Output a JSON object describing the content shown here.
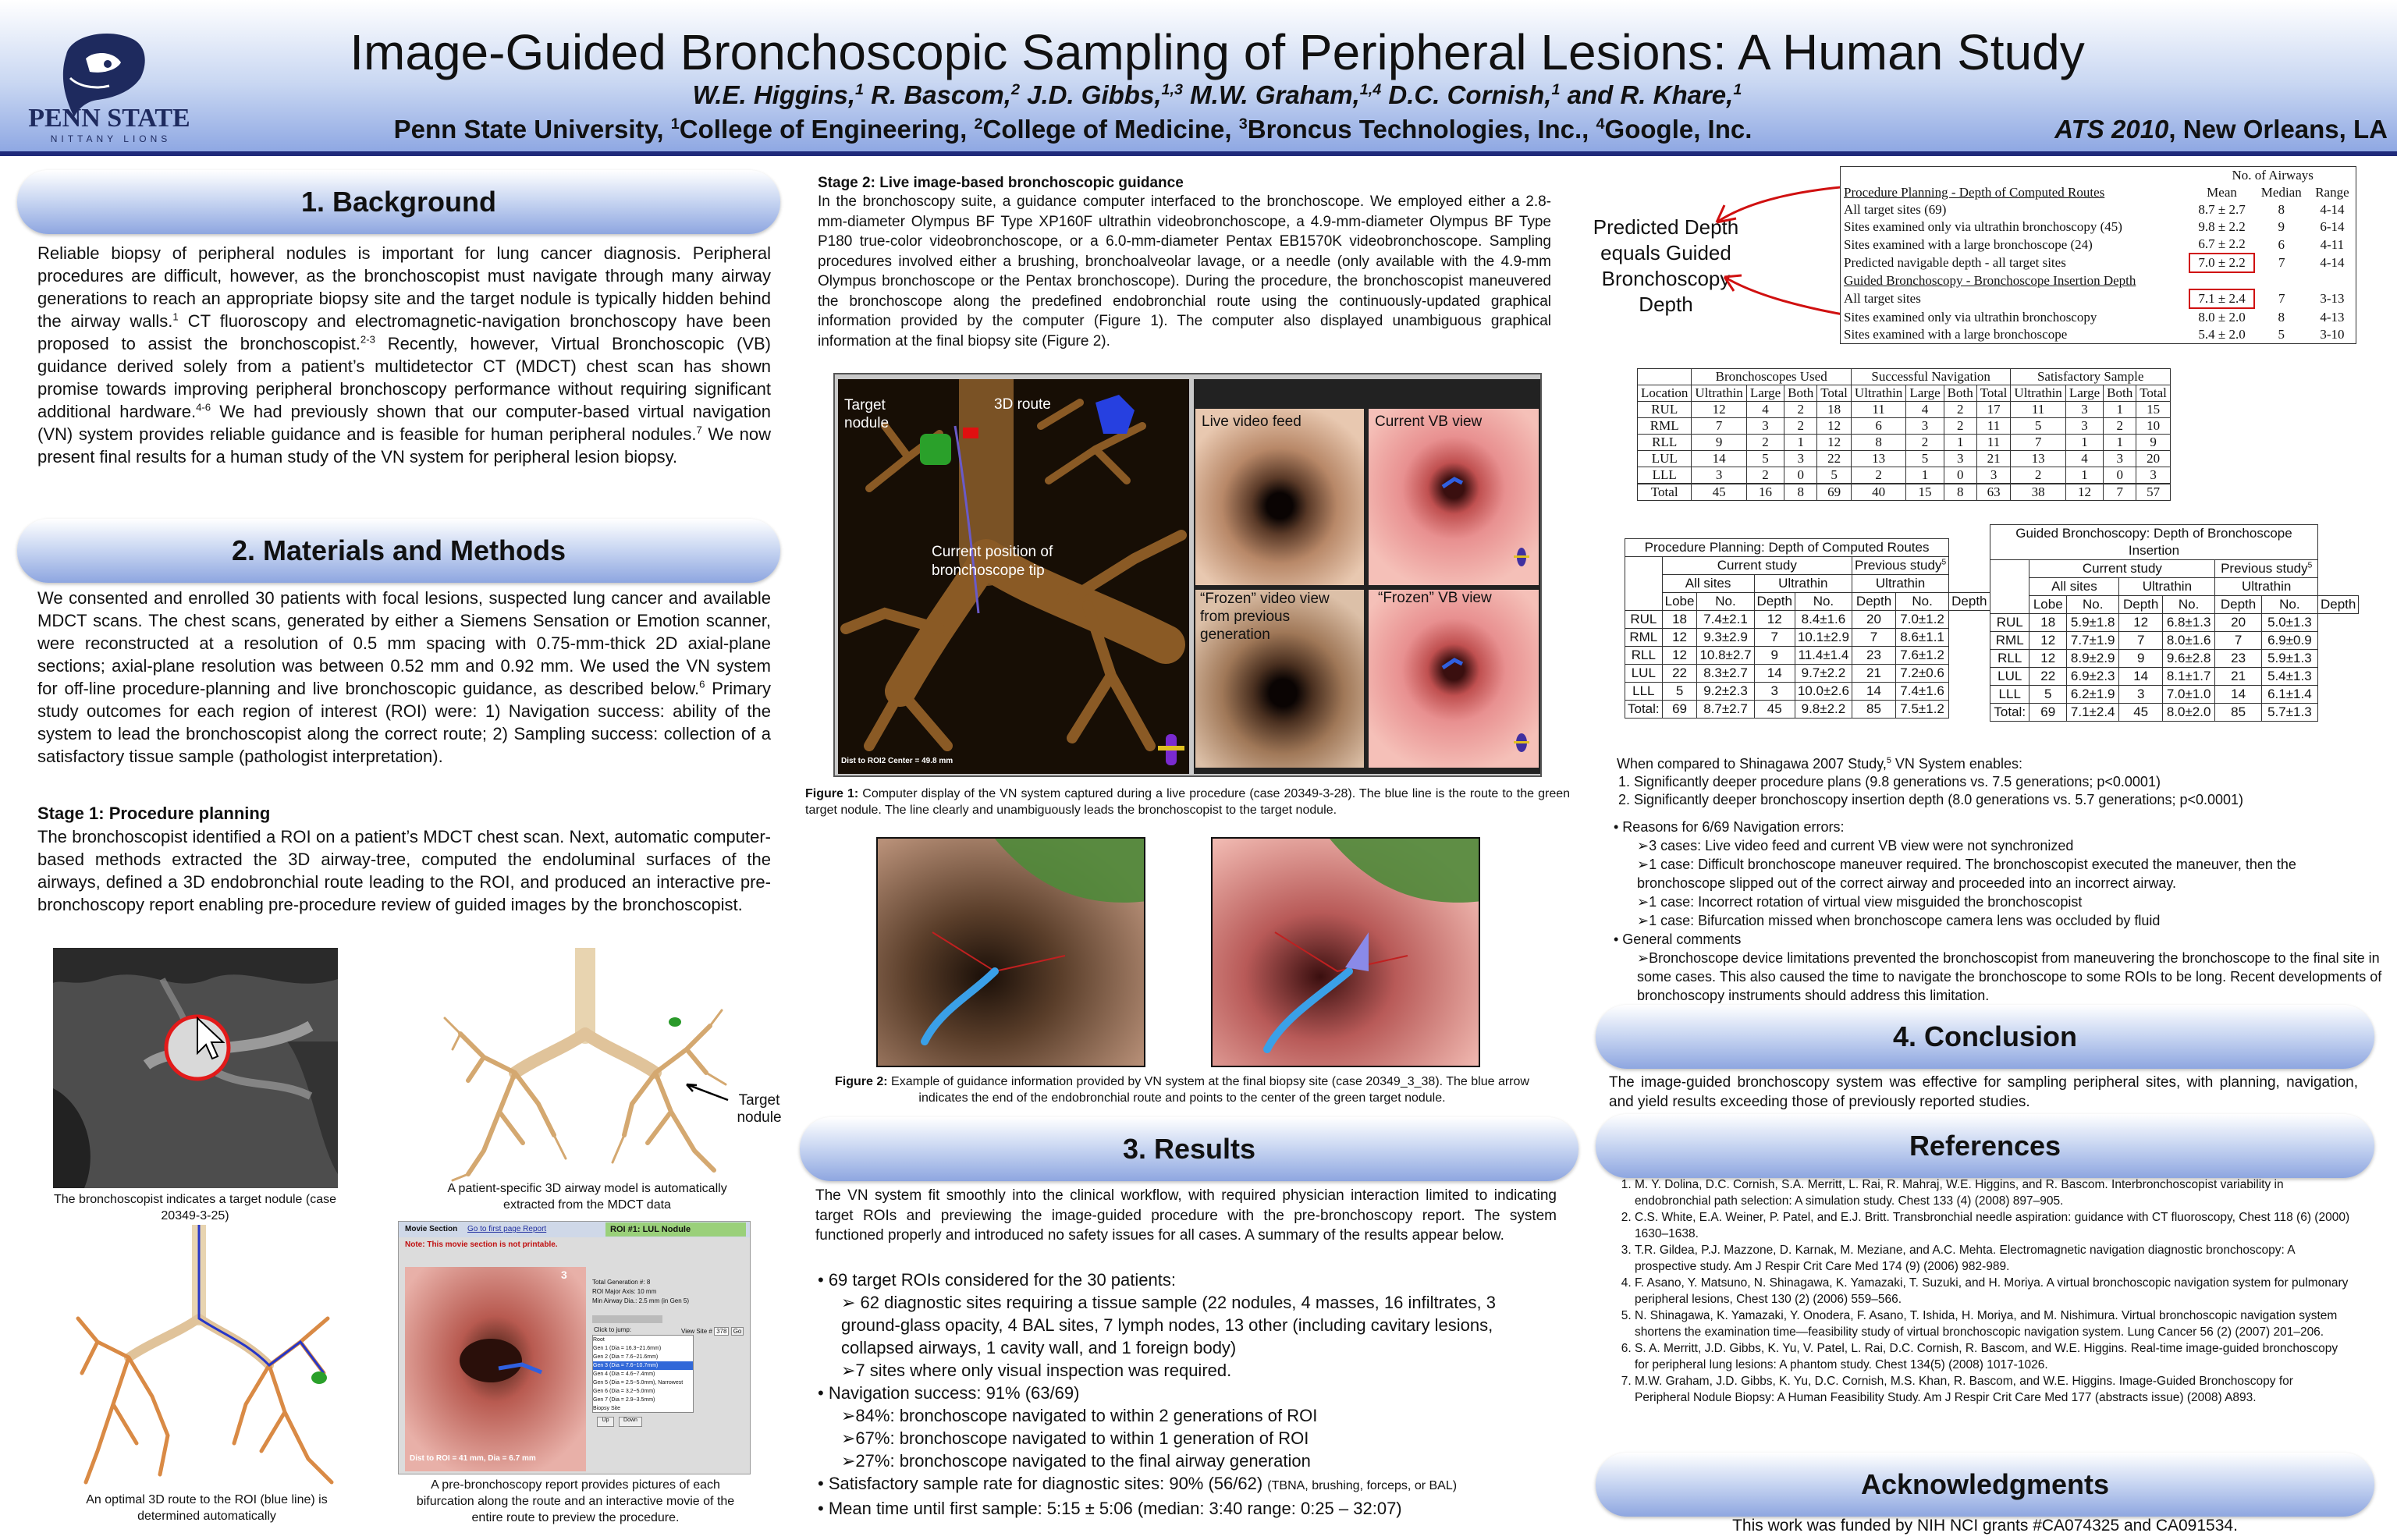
{
  "header": {
    "logo_text": "PENN STATE",
    "logo_sub": "NITTANY LIONS",
    "title": "Image-Guided Bronchoscopic Sampling of Peripheral Lesions: A Human Study",
    "authors_html": "W.E. Higgins,<sup>1</sup> R. Bascom,<sup>2</sup> J.D. Gibbs,<sup>1,3</sup> M.W. Graham,<sup>1,4</sup> D.C. Cornish,<sup>1</sup> and R. Khare,<sup>1</sup>",
    "affil_html": "Penn State University, <sup>1</sup>College of Engineering, <sup>2</sup>College of Medicine, <sup>3</sup>Broncus Technologies, Inc., <sup>4</sup>Google, Inc.",
    "conf_a": "ATS 2010",
    "conf_b": ", New Orleans, LA"
  },
  "sections": {
    "background": "1.  Background",
    "methods": "2. Materials and Methods",
    "results": "3. Results",
    "conclusion": "4. Conclusion",
    "references": "References",
    "ack": "Acknowledgments"
  },
  "background_html": "Reliable biopsy of peripheral nodules is important for lung cancer diagnosis. Peripheral procedures are difficult, however, as the bronchoscopist must navigate through many airway generations to reach an appropriate biopsy site and the target nodule is typically hidden behind the airway walls.<sup>1</sup> CT fluoroscopy and electromagnetic-navigation bronchoscopy have been proposed to assist the bronchoscopist.<sup>2-3</sup> Recently, however, Virtual Bronchoscopic (VB) guidance derived solely from a patient’s multidetector CT (MDCT) chest scan has shown promise towards improving peripheral bronchoscopy performance without requiring significant additional hardware.<sup>4-6</sup> We had previously shown that our computer-based virtual navigation (VN) system provides reliable guidance and is feasible for human peripheral nodules.<sup>7</sup> We now present final results for a human study of the VN system for peripheral lesion biopsy.",
  "methods_html": "We consented and enrolled 30 patients with focal lesions, suspected lung cancer and available MDCT scans.  The chest scans, generated by either a Siemens Sensation or Emotion scanner, were reconstructed at a resolution of 0.5 mm spacing with 0.75-mm-thick 2D axial-plane sections; axial-plane resolution was between 0.52 mm and 0.92 mm.  We used the VN system for off-line procedure-planning and live bronchoscopic guidance, as described below.<sup>6</sup>  Primary study outcomes for each region of interest (ROI) were:  1) Navigation success:  ability of the system to lead the bronchoscopist along the correct route; 2) Sampling success: collection of a satisfactory tissue sample (pathologist interpretation).",
  "stage1_title": "Stage 1: Procedure planning",
  "stage1_text": "The bronchoscopist identified a ROI on a patient’s MDCT chest scan.  Next, automatic computer-based methods extracted the 3D airway-tree, computed the endoluminal surfaces of the airways, defined a 3D endobronchial route leading to the ROI, and produced an interactive pre-bronchoscopy report enabling pre-procedure review of guided images by the bronchoscopist.",
  "stage1_captions": {
    "ct": "The bronchoscopist indicates a target nodule (case  20349-3-25)",
    "tree": "A patient-specific 3D airway model is automatically extracted from the MDCT data",
    "target_nodule": "Target nodule",
    "route": "An optimal 3D route to the ROI (blue line) is determined automatically",
    "report": "A pre-bronchoscopy report provides pictures of each bifurcation along the route and an interactive movie of the entire route to preview the procedure."
  },
  "report_ui": {
    "movie_section": "Movie Section",
    "goto": "Go to first page Report",
    "roi": "ROI #1: LUL Nodule",
    "note": "Note: This movie section is not printable.",
    "dist": "Dist to ROI =  41 mm, Dia = 6.7 mm",
    "click": "Click to jump:",
    "view_site": "View Site #",
    "view_site_val": "378",
    "go": "Go",
    "info": [
      "Total Generation #: 8",
      "ROI Major Axis: 10 mm",
      "Min Airway Dia.: 2.5 mm (in Gen 5)"
    ],
    "options": [
      "Root",
      "Gen 1 (Dia = 16.3~21.6mm)",
      "Gen 2 (Dia = 7.6~21.6mm)",
      "Gen 3 (Dia = 7.6~10.7mm)",
      "Gen 4 (Dia = 4.6~7.4mm)",
      "Gen 5 (Dia = 2.5~5.0mm), Narrowest",
      "Gen 6 (Dia = 3.2~5.0mm)",
      "Gen 7 (Dia = 2.9~3.5mm)",
      "Biopsy Site"
    ],
    "up": "Up",
    "down": "Down",
    "page_num": "3"
  },
  "stage2_title": "Stage 2: Live image-based bronchoscopic guidance",
  "stage2_text": "In the bronchoscopy suite, a guidance computer interfaced to the bronchoscope. We employed either a 2.8-mm-diameter Olympus BF Type XP160F ultrathin videobronchoscope, a 4.9-mm-diameter Olympus BF Type P180 true-color videobronchoscope, or a 6.0-mm-diameter Pentax EB1570K videobronchoscope.  Sampling procedures involved either a brushing, bronchoalveolar lavage, or a needle (only available with the 4.9-mm Olympus bronchoscope or the Pentax bronchoscope). During the procedure, the bronchoscopist maneuvered the bronchoscope along the predefined endobronchial route using the continuously-updated graphical information provided by the computer (Figure 1). The computer also displayed unambiguous graphical information at the final biopsy site (Figure 2).",
  "fig1": {
    "target": "Target nodule",
    "route3d": "3D route",
    "tip": "Current position of bronchoscope tip",
    "live": "Live video feed",
    "vb": "Current VB view",
    "frozen_video": "“Frozen” video view from previous generation",
    "frozen_vb": "“Frozen” VB view",
    "dist": "Dist to ROI2 Center =   49.8 mm",
    "caption_bold": "Figure 1:",
    "caption": " Computer display of the VN system captured during a live procedure (case 20349-3-28). The blue line is the route to the green target nodule. The line clearly and unambiguously leads the bronchoscopist to the target nodule."
  },
  "fig2": {
    "caption_bold": "Figure 2:",
    "caption": " Example of guidance information provided by VN system at the final biopsy site (case 20349_3_38). The blue arrow indicates the end of the endobronchial route and points to the center of the green target nodule."
  },
  "results_html": "The VN system fit smoothly into the clinical workflow, with required physician interaction limited to indicating target ROIs and previewing the image-guided procedure with the pre-bronchoscopy report. The system functioned properly and introduced no safety issues for all cases. A summary of the results appear below.",
  "results_list_html": [
    "• 69 target ROIs considered  for the 30 patients:",
    "➢  62 diagnostic sites requiring a tissue sample (22 nodules, 4 masses, 16 infiltrates, 3 ground-glass  opacity, 4 BAL sites, 7 lymph nodes, 13 other (including cavitary lesions, collapsed airways,  1 cavity wall, and 1 foreign body)",
    "➢7 sites where only visual inspection was required.",
    "• Navigation success: 91%  (63/69)",
    "➢84%: bronchoscope  navigated  to within 2 generations of ROI",
    "➢67%: bronchoscope  navigated  to within 1 generation of ROI",
    "➢27%: bronchoscope  navigated  to the final airway generation",
    "• Satisfactory sample rate for diagnostic sites: 90% (56/62) <span style=\"font-size:16px\">(TBNA, brushing, forceps, or BAL)</span>",
    "• Mean time until first sample:  5:15 ± 5:06  (median:  3:40   range:  0:25 – 32:07)"
  ],
  "predicted_text": "Predicted Depth equals Guided Bronchoscopy Depth",
  "table1": {
    "header_top": "No. of Airways",
    "cols": [
      "Mean",
      "Median",
      "Range"
    ],
    "sec1": "Procedure Planning - Depth of Computed Routes",
    "rows1": [
      [
        "All target sites (69)",
        "8.7 ± 2.7",
        "8",
        "4-14"
      ],
      [
        "Sites examined only via ultrathin bronchoscopy (45)",
        "9.8 ± 2.2",
        "9",
        "6-14"
      ],
      [
        "Sites examined with a large bronchoscope (24)",
        "6.7 ± 2.2",
        "6",
        "4-11"
      ],
      [
        "Predicted navigable depth - all target sites",
        "7.0 ± 2.2",
        "7",
        "4-14"
      ]
    ],
    "sec2": "Guided Bronchoscopy - Bronchoscope Insertion Depth",
    "rows2": [
      [
        "All target sites",
        "7.1 ± 2.4",
        "7",
        "3-13"
      ],
      [
        "Sites examined only via ultrathin bronchoscopy",
        "8.0 ± 2.0",
        "8",
        "4-13"
      ],
      [
        "Sites examined with a large bronchoscope",
        "5.4 ± 2.0",
        "5",
        "3-10"
      ]
    ]
  },
  "table2": {
    "groups": [
      "Bronchoscopes Used",
      "Successful Navigation",
      "Satisfactory Sample"
    ],
    "sub": [
      "Location",
      "Ultrathin",
      "Large",
      "Both",
      "Total",
      "Ultrathin",
      "Large",
      "Both",
      "Total",
      "Ultrathin",
      "Large",
      "Both",
      "Total"
    ],
    "rows": [
      [
        "RUL",
        "12",
        "4",
        "2",
        "18",
        "11",
        "4",
        "2",
        "17",
        "11",
        "3",
        "1",
        "15"
      ],
      [
        "RML",
        "7",
        "3",
        "2",
        "12",
        "6",
        "3",
        "2",
        "11",
        "5",
        "3",
        "2",
        "10"
      ],
      [
        "RLL",
        "9",
        "2",
        "1",
        "12",
        "8",
        "2",
        "1",
        "11",
        "7",
        "1",
        "1",
        "9"
      ],
      [
        "LUL",
        "14",
        "5",
        "3",
        "22",
        "13",
        "5",
        "3",
        "21",
        "13",
        "4",
        "3",
        "20"
      ],
      [
        "LLL",
        "3",
        "2",
        "0",
        "5",
        "2",
        "1",
        "0",
        "3",
        "2",
        "1",
        "0",
        "3"
      ],
      [
        "Total",
        "45",
        "16",
        "8",
        "69",
        "40",
        "15",
        "8",
        "63",
        "38",
        "12",
        "7",
        "57"
      ]
    ]
  },
  "table3": {
    "title": "Procedure Planning: Depth of Computed Routes",
    "current": "Current study",
    "previous": "Previous study",
    "allsites": "All sites",
    "ultrathin": "Ultrathin",
    "cols": [
      "Lobe",
      "No.",
      "Depth",
      "No.",
      "Depth",
      "No.",
      "Depth"
    ],
    "rows": [
      [
        "RUL",
        "18",
        "7.4±2.1",
        "12",
        "8.4±1.6",
        "20",
        "7.0±1.2"
      ],
      [
        "RML",
        "12",
        "9.3±2.9",
        "7",
        "10.1±2.9",
        "7",
        "8.6±1.1"
      ],
      [
        "RLL",
        "12",
        "10.8±2.7",
        "9",
        "11.4±1.4",
        "23",
        "7.6±1.2"
      ],
      [
        "LUL",
        "22",
        "8.3±2.7",
        "14",
        "9.7±2.2",
        "21",
        "7.2±0.6"
      ],
      [
        "LLL",
        "5",
        "9.2±2.3",
        "3",
        "10.0±2.6",
        "14",
        "7.4±1.6"
      ],
      [
        "Total:",
        "69",
        "8.7±2.7",
        "45",
        "9.8±2.2",
        "85",
        "7.5±1.2"
      ]
    ]
  },
  "table4": {
    "title": "Guided Bronchoscopy: Depth of Bronchoscope Insertion",
    "rows": [
      [
        "RUL",
        "18",
        "5.9±1.8",
        "12",
        "6.8±1.3",
        "20",
        "5.0±1.3"
      ],
      [
        "RML",
        "12",
        "7.7±1.9",
        "7",
        "8.0±1.6",
        "7",
        "6.9±0.9"
      ],
      [
        "RLL",
        "12",
        "8.9±2.9",
        "9",
        "9.6±2.8",
        "23",
        "5.9±1.3"
      ],
      [
        "LUL",
        "22",
        "6.9±2.3",
        "14",
        "8.1±1.7",
        "21",
        "5.4±1.3"
      ],
      [
        "LLL",
        "5",
        "6.2±1.9",
        "3",
        "7.0±1.0",
        "14",
        "6.1±1.4"
      ],
      [
        "Total:",
        "69",
        "7.1±2.4",
        "45",
        "8.0±2.0",
        "85",
        "5.7±1.3"
      ]
    ]
  },
  "compare_html": [
    "When compared to Shinagawa 2007 Study,<sup>5</sup> VN System enables:",
    "1.  Significantly deeper procedure plans  (9.8 generations vs. 7.5 generations; p&lt;0.0001)",
    "2.  Significantly deeper bronchoscopy insertion depth (8.0 generations vs. 5.7 generations; p&lt;0.0001)"
  ],
  "reasons_html": [
    "• Reasons for 6/69 Navigation errors:",
    "➢3 cases: Live video feed and current VB view were not synchronized",
    "➢1 case: Difficult bronchoscope maneuver required.  The bronchoscopist executed the maneuver, then the bronchoscope slipped out of the correct airway and proceeded into an incorrect airway.",
    "➢1 case: Incorrect rotation of virtual view misguided the bronchoscopist",
    "➢1 case: Bifurcation missed when bronchoscope camera lens was occluded by fluid",
    "• General comments",
    "➢Bronchoscope device limitations prevented the bronchoscopist from maneuvering the bronchoscope to the final site in some cases. This also caused the time to navigate the bronchoscope to some ROIs to be long. Recent developments of bronchoscopy instruments should address this limitation."
  ],
  "conclusion_text": "The image-guided bronchoscopy system was effective for sampling peripheral sites, with planning, navigation, and yield results exceeding those of previously reported studies.",
  "references": [
    "M. Y. Dolina, D.C. Cornish, S.A. Merritt, L. Rai, R. Mahraj, W.E. Higgins, and R. Bascom. Interbronchoscopist variability in endobronchial path selection: A simulation study. Chest 133 (4) (2008) 897–905.",
    "C.S. White, E.A. Weiner, P. Patel, and E.J. Britt. Transbronchial needle aspiration: guidance with CT fluoroscopy, Chest 118 (6) (2000) 1630–1638.",
    "T.R. Gildea, P.J. Mazzone, D. Karnak, M. Meziane, and A.C. Mehta. Electromagnetic navigation diagnostic bronchoscopy: A prospective study. Am J Respir Crit Care Med 174 (9) (2006) 982-989.",
    "F. Asano, Y. Matsuno, N. Shinagawa, K. Yamazaki, T. Suzuki, and H. Moriya. A virtual bronchoscopic navigation system for pulmonary peripheral lesions, Chest 130 (2) (2006) 559–566.",
    "N. Shinagawa, K. Yamazaki, Y. Onodera, F. Asano, T. Ishida, H. Moriya, and M. Nishimura. Virtual bronchoscopic navigation system shortens the examination time—feasibility study of virtual bronchoscopic navigation system. Lung Cancer 56 (2) (2007) 201–206.",
    "S. A. Merritt, J.D. Gibbs, K. Yu, V. Patel, L. Rai, D.C. Cornish, R. Bascom, and W.E. Higgins. Real-time image-guided bronchoscopy for peripheral lung lesions: A phantom study. Chest  134(5) (2008) 1017-1026.",
    "M.W. Graham, J.D. Gibbs, K. Yu, D.C. Cornish, M.S. Khan, R. Bascom, and W.E. Higgins. Image-Guided Bronchoscopy for Peripheral Nodule Biopsy: A Human Feasibility Study. Am J Respir Crit Care Med 177 (abstracts issue) (2008) A893."
  ],
  "ack_text": "This work was funded by NIH NCI grants #CA074325 and CA091534.",
  "colors": {
    "banner_light": "#c6d4f1",
    "banner_dark": "#8ea6e0",
    "header_rule": "#1f2a7a",
    "route_blue": "#3aa0e8",
    "nodule_green": "#3a8a2a"
  }
}
